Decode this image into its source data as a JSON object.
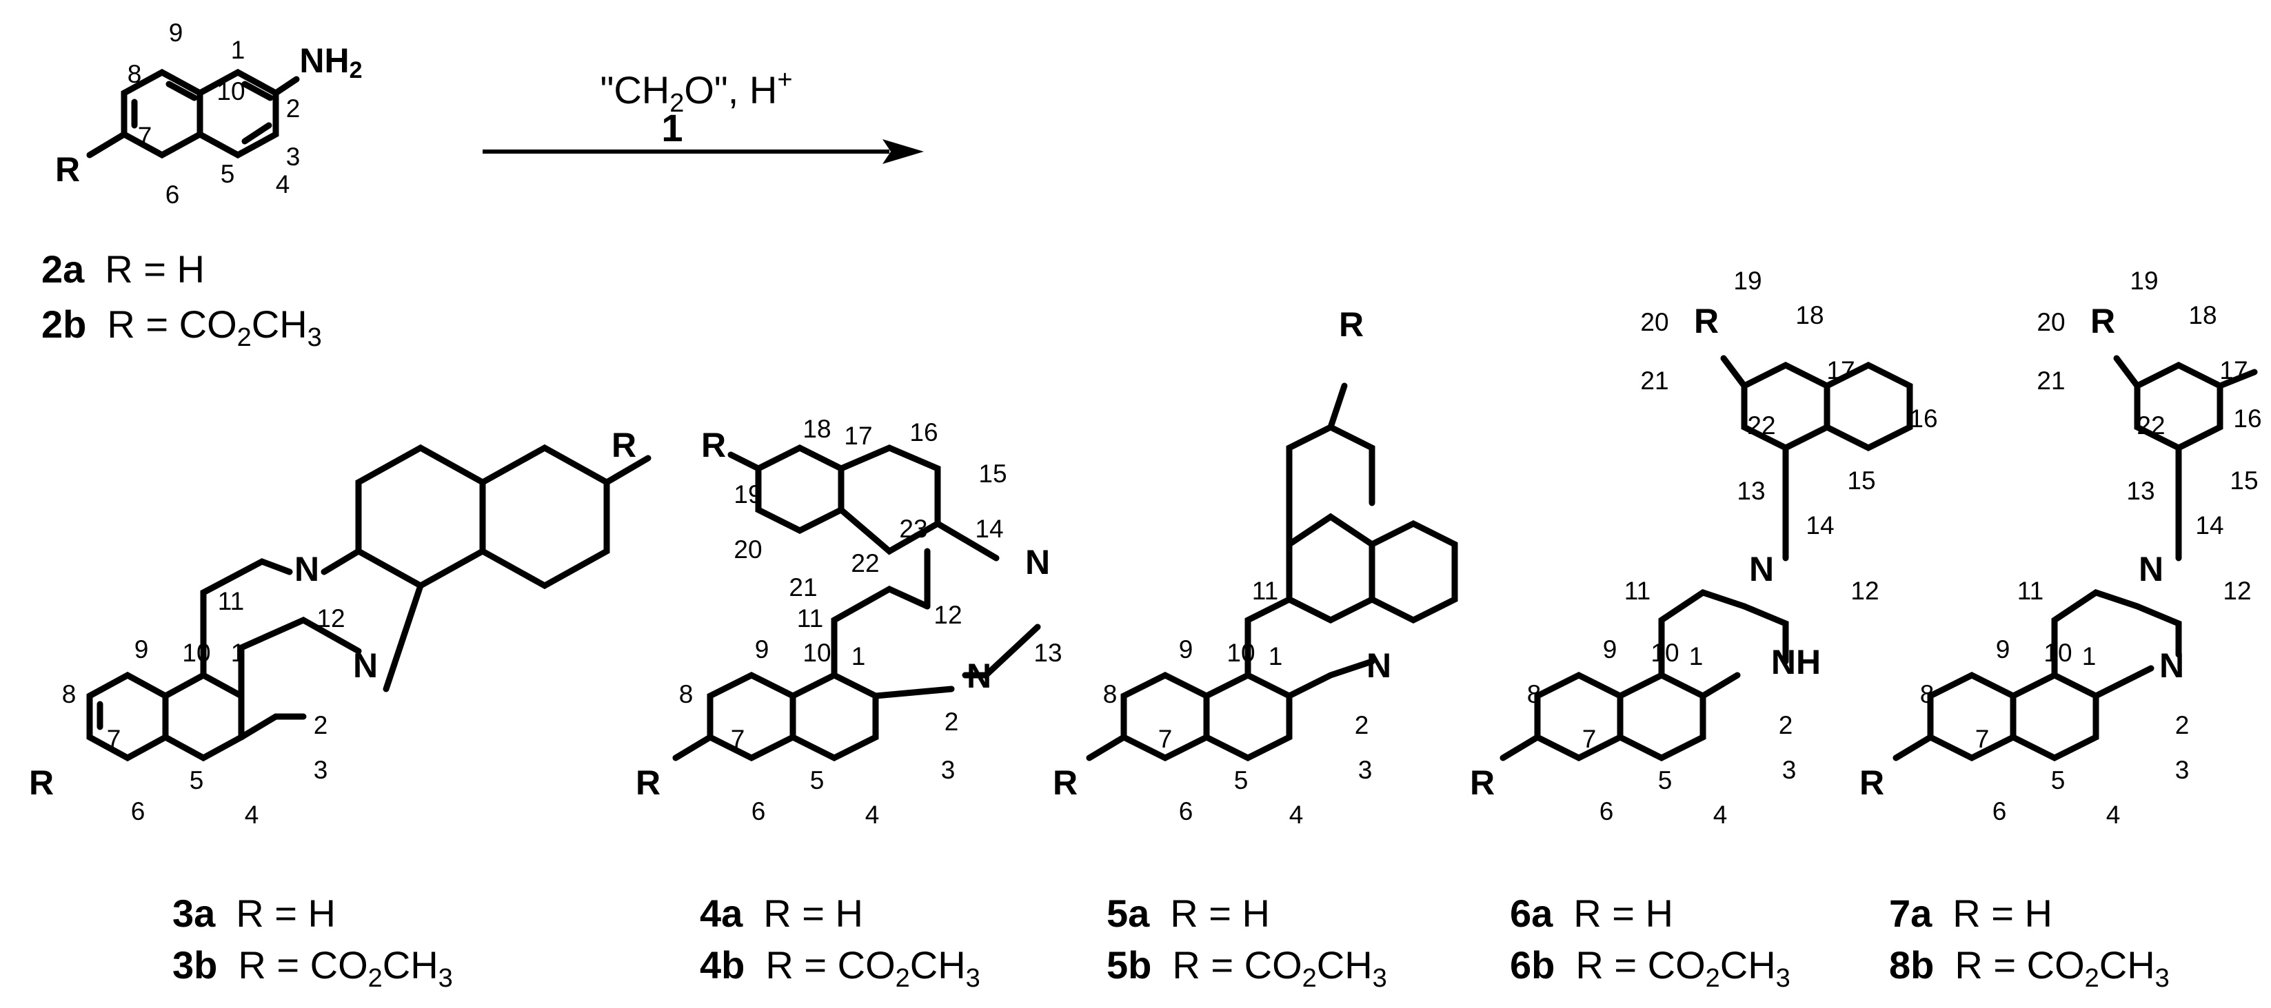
{
  "reaction": {
    "reagent": "\"CH₂O\", H⁺",
    "reagent_parts": {
      "q1": "\"CH",
      "sub": "2",
      "q2": "O\", H",
      "sup": "+"
    },
    "catalyst": "1"
  },
  "atoms": {
    "N": "N",
    "NH": "NH",
    "NH2": "NH",
    "NH2_sub": "2",
    "R": "R"
  },
  "compounds": [
    {
      "id": "2a",
      "r": "R = H"
    },
    {
      "id": "2b",
      "r_prefix": "R = CO",
      "r_sub1": "2",
      "r_mid": "CH",
      "r_sub2": "3"
    },
    {
      "id": "3a",
      "r": "R = H"
    },
    {
      "id": "3b",
      "r_prefix": "R = CO",
      "r_sub1": "2",
      "r_mid": "CH",
      "r_sub2": "3"
    },
    {
      "id": "4a",
      "r": "R = H"
    },
    {
      "id": "4b",
      "r_prefix": "R = CO",
      "r_sub1": "2",
      "r_mid": "CH",
      "r_sub2": "3"
    },
    {
      "id": "5a",
      "r": "R = H"
    },
    {
      "id": "5b",
      "r_prefix": "R = CO",
      "r_sub1": "2",
      "r_mid": "CH",
      "r_sub2": "3"
    },
    {
      "id": "6a",
      "r": "R = H"
    },
    {
      "id": "6b",
      "r_prefix": "R = CO",
      "r_sub1": "2",
      "r_mid": "CH",
      "r_sub2": "3"
    },
    {
      "id": "7a",
      "r": "R = H"
    },
    {
      "id": "8b",
      "r_prefix": "R = CO",
      "r_sub1": "2",
      "r_mid": "CH",
      "r_sub2": "3"
    }
  ],
  "locants": [
    "1",
    "2",
    "3",
    "4",
    "5",
    "6",
    "7",
    "8",
    "9",
    "10",
    "11",
    "12",
    "13",
    "14",
    "15",
    "16",
    "17",
    "18",
    "19",
    "20",
    "21",
    "22",
    "23"
  ]
}
